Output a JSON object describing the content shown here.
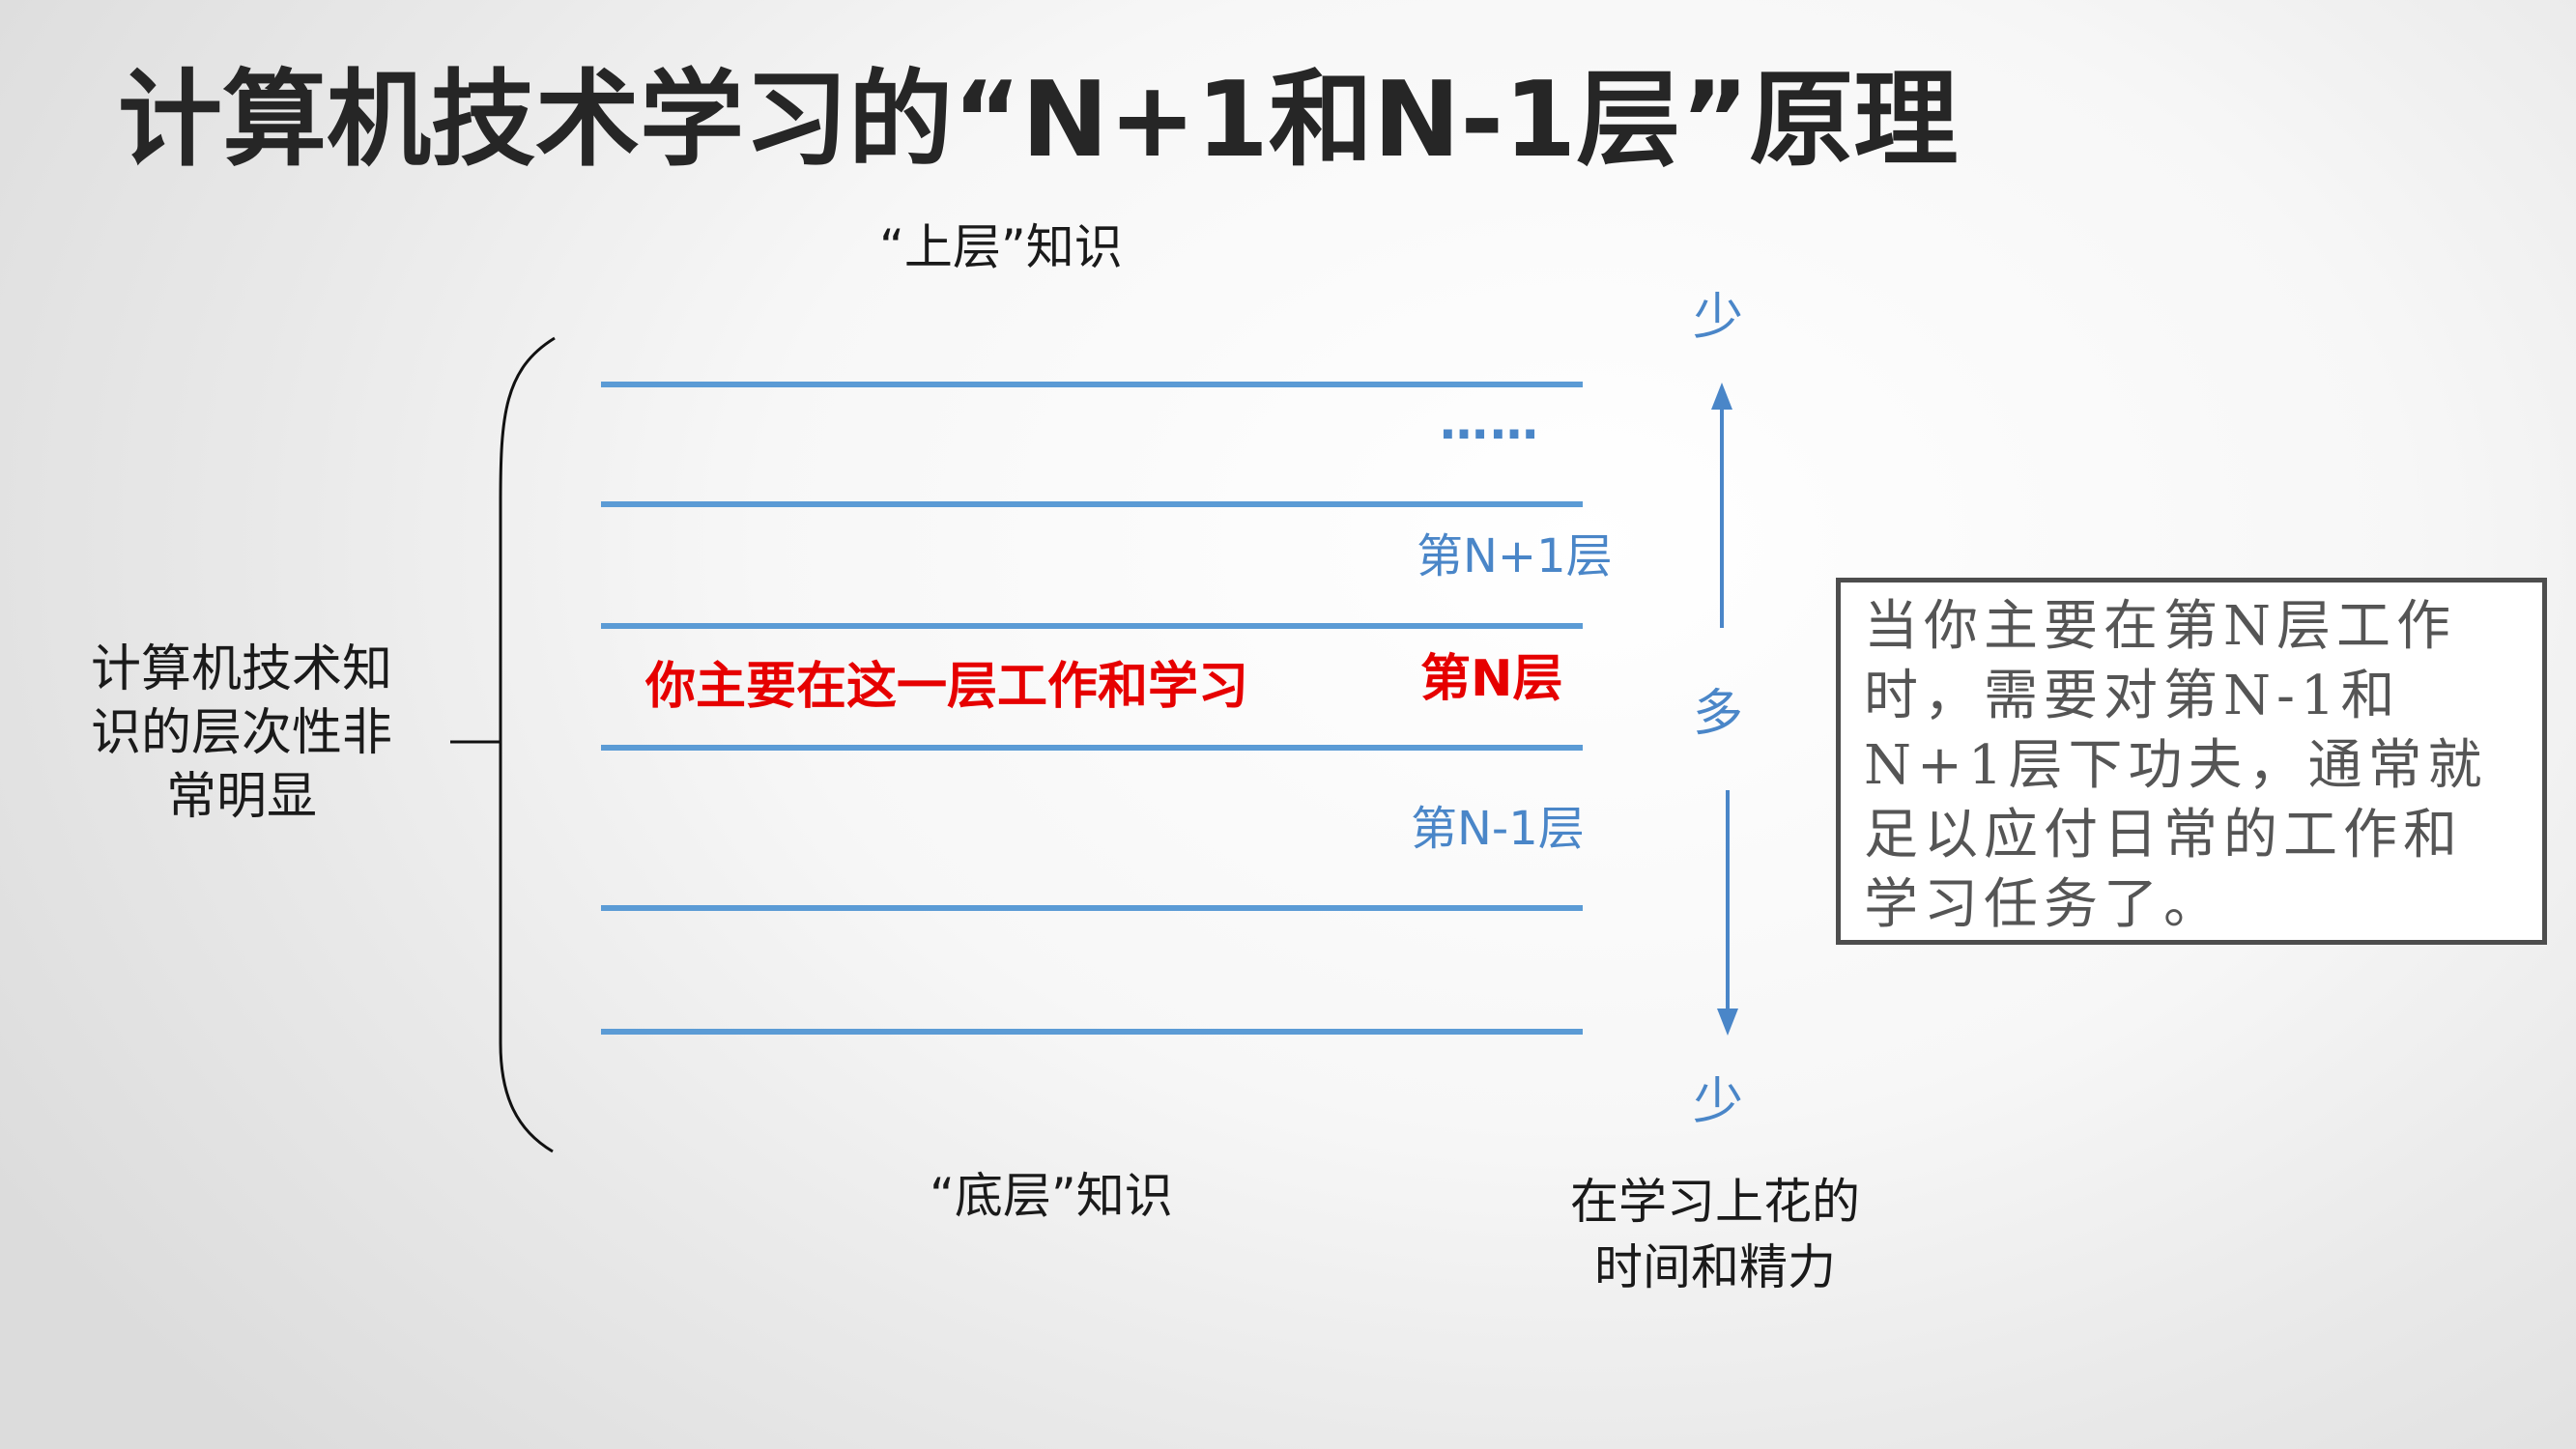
{
  "title": "计算机技术学习的“N+1和N-1层”原理",
  "top_caption": "“上层”知识",
  "bottom_caption": "“底层”知识",
  "left_text": "计算机技术知识的层次性非常明显",
  "layers": {
    "dots": "……",
    "n_plus_1": "第N+1层",
    "n": "第N层",
    "n_minus_1": "第N-1层",
    "work_here": "你主要在这一层工作和学习"
  },
  "axis": {
    "few_top": "少",
    "many": "多",
    "few_bottom": "少",
    "caption": "在学习上花的时间和精力"
  },
  "note": "当你主要在第N层工作时，需要对第N-1和N+1层下功夫，通常就足以应付日常的工作和学习任务了。",
  "colors": {
    "layer_line": "#5b9bd5",
    "axis_blue": "#4a86c8",
    "highlight_red": "#e60000",
    "title": "#262626"
  }
}
